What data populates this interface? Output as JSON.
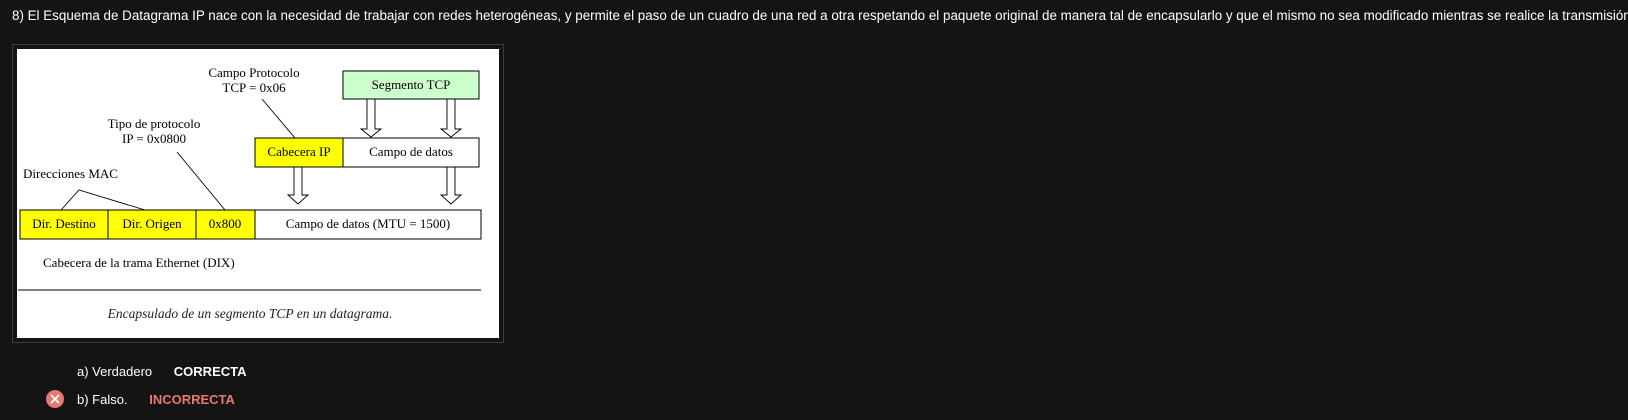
{
  "question": {
    "text": "8) El Esquema de Datagrama IP nace con la necesidad de trabajar con redes heterogéneas, y permite el paso de un cuadro de una red a otra respetando el paquete original de manera tal de encapsularlo y que el mismo no sea modificado mientras se realice la transmisión:"
  },
  "figure": {
    "campo_protocolo_line1": "Campo Protocolo",
    "campo_protocolo_line2": "TCP = 0x06",
    "segmento_tcp": "Segmento TCP",
    "tipo_protocolo_line1": "Tipo de protocolo",
    "tipo_protocolo_line2": "IP = 0x0800",
    "cabecera_ip": "Cabecera IP",
    "campo_datos": "Campo de datos",
    "direcciones_mac": "Direcciones MAC",
    "dir_destino": "Dir. Destino",
    "dir_origen": "Dir. Origen",
    "ethertype": "0x800",
    "campo_datos_mtu": "Campo de datos (MTU = 1500)",
    "cabecera_trama": "Cabecera de la trama Ethernet (DIX)",
    "caption": "Encapsulado de un segmento TCP en un datagrama.",
    "colors": {
      "yellow": "#ffff00",
      "green": "#ccffcc"
    }
  },
  "options": [
    {
      "label": "a) Verdadero",
      "status": "CORRECTA"
    },
    {
      "label": "b) Falso.",
      "status": "INCORRECTA",
      "icon": "close-circle-icon"
    }
  ]
}
